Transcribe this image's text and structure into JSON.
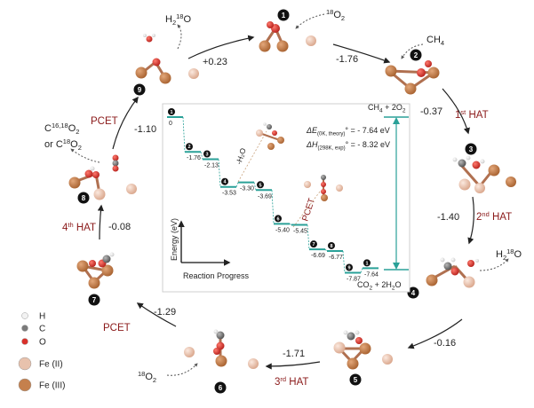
{
  "colors": {
    "fe2": "#e8c2ad",
    "fe3": "#c5804d",
    "oxygen": "#d9302a",
    "carbon": "#7a7a7a",
    "hydrogen": "#f2f2f2",
    "pcet_red": "#8b1a1a",
    "level_teal": "#2aa198"
  },
  "cycle": {
    "arrows": [
      {
        "from": "9",
        "to": "1",
        "energy": "+0.23"
      },
      {
        "from": "1",
        "to": "2",
        "energy": "-1.76"
      },
      {
        "from": "2",
        "to": "3",
        "energy": "-0.37"
      },
      {
        "from": "3",
        "to": "4",
        "energy": "-1.40"
      },
      {
        "from": "4",
        "to": "5",
        "energy": "-0.16"
      },
      {
        "from": "5",
        "to": "6",
        "energy": "-1.71"
      },
      {
        "from": "6",
        "to": "7",
        "energy": "-1.29"
      },
      {
        "from": "7",
        "to": "8",
        "energy": "-0.08"
      },
      {
        "from": "8",
        "to": "9",
        "energy": "-1.10"
      }
    ],
    "step_labels": {
      "hat1": {
        "base": "1",
        "sup": "st",
        "rest": " HAT"
      },
      "hat2": {
        "base": "2",
        "sup": "nd",
        "rest": " HAT"
      },
      "hat3": {
        "base": "3",
        "sup": "rd",
        "rest": " HAT"
      },
      "hat4": {
        "base": "4",
        "sup": "th",
        "rest": " HAT"
      },
      "pcet_a": "PCET",
      "pcet_b": "PCET"
    },
    "reagents": {
      "h2o_top": {
        "a": "H",
        "s1": "2",
        "s2": "18",
        "b": "O"
      },
      "o2_top": {
        "s1": "18",
        "a": "O",
        "s2": "2"
      },
      "ch4": {
        "a": "CH",
        "s": "4"
      },
      "h2o_right": {
        "a": "H",
        "s1": "2",
        "s2": "18",
        "b": "O"
      },
      "o2_bottom": {
        "s1": "18",
        "a": "O",
        "s2": "2"
      },
      "co2_line1": {
        "a": "C",
        "s1": "16,18",
        "b": "O",
        "s2": "2"
      },
      "co2_line2": {
        "pre": "or C",
        "s1": "18",
        "b": "O",
        "s2": "2"
      }
    },
    "badges": [
      "1",
      "2",
      "3",
      "4",
      "5",
      "6",
      "7",
      "8",
      "9"
    ]
  },
  "legend": [
    {
      "label": "H",
      "color": "#f2f2f2",
      "size": "small"
    },
    {
      "label": "C",
      "color": "#7a7a7a",
      "size": "small"
    },
    {
      "label": "O",
      "color": "#d9302a",
      "size": "small"
    },
    {
      "label": "Fe (II)",
      "color": "#e8c2ad",
      "size": "large"
    },
    {
      "label": "Fe (III)",
      "color": "#c5804d",
      "size": "large"
    }
  ],
  "chart_data": {
    "type": "line",
    "xlabel": "Reaction Progress",
    "ylabel": "Energy (eV)",
    "levels": [
      {
        "state": "1",
        "energy": 0,
        "label": "0"
      },
      {
        "state": "2",
        "energy": -1.76,
        "label": "-1.76"
      },
      {
        "state": "3",
        "energy": -2.13,
        "label": "-2.13"
      },
      {
        "state": "4",
        "energy": -3.53,
        "label": "-3.53"
      },
      {
        "state": "",
        "energy": -3.3,
        "label": "-3.30"
      },
      {
        "state": "5",
        "energy": -3.69,
        "label": "-3.69"
      },
      {
        "state": "6",
        "energy": -5.4,
        "label": "-5.40"
      },
      {
        "state": "",
        "energy": -5.45,
        "label": "-5.45"
      },
      {
        "state": "7",
        "energy": -6.69,
        "label": "-6.69"
      },
      {
        "state": "8",
        "energy": -6.77,
        "label": "-6.77"
      },
      {
        "state": "9",
        "energy": -7.87,
        "label": "-7.87"
      },
      {
        "state": "1",
        "energy": -7.64,
        "label": "-7.64"
      }
    ],
    "step_annotations": {
      "minus_h2o": "-H₂O",
      "pcet": "PCET"
    },
    "reactants": {
      "a": "CH",
      "s1": "4",
      "b": " + 2O",
      "s2": "2"
    },
    "products": {
      "a": "CO",
      "s1": "2",
      "b": " + 2H",
      "s2": "2",
      "c": "O"
    },
    "delta_e": {
      "sym": "ΔE",
      "sub": "(0K, theory)",
      "rest": "° = - 7.64 eV"
    },
    "delta_h": {
      "sym": "ΔH",
      "sub": "(298K, exp)",
      "rest": "° = - 8.32 eV"
    }
  }
}
